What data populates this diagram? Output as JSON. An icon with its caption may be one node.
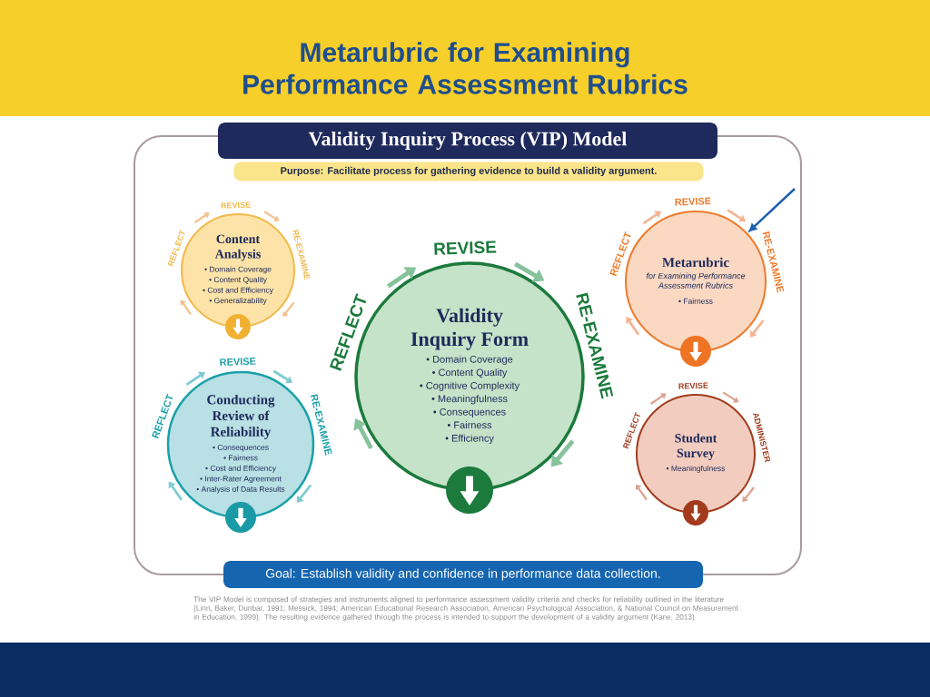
{
  "diagram": {
    "title": "Metarubric for Examining Performance Assessment Rubrics",
    "caption": "The VIP Model is composed of strategies and instruments aligned to performance assessment validity criteria and checks for reliability outlined in the literature (Linn, Baker, Dunbar, 1991; Messick, 1994; American Educational Research Association, American Psychological Association, & National Council on Measurement in Education, 1999). The resulting evidence gathered through the process is intended to support the development of a validity argument (Kane, 2013).",
    "nodes": [
      {
        "text": [
          "Validity Inquiry Process (VIP) Model"
        ]
      },
      {
        "text": [
          "Purpose: Facilitate process for gathering evidence to build a validity argument."
        ]
      },
      {
        "text": [
          "Content Analysis",
          "• Domain Coverage",
          "• Content Quality",
          "• Cost and Efficiency",
          "• Generalizability"
        ],
        "beside": [
          "REFLECT",
          "REVISE",
          "RE-EXAMINE"
        ]
      },
      {
        "text": [
          "Metarubric",
          "for Examining Performance Assessment Rubrics",
          "• Fairness"
        ],
        "beside": [
          "REFLECT",
          "REVISE",
          "RE-EXAMINE"
        ]
      },
      {
        "text": [
          "Validity Inquiry Form",
          "• Domain Coverage",
          "• Content Quality",
          "• Cognitive Complexity",
          "• Meaningfulness",
          "• Consequences",
          "• Fairness",
          "• Efficiency"
        ],
        "beside": [
          "REFLECT",
          "REVISE",
          "RE-EXAMINE"
        ]
      },
      {
        "text": [
          "Conducting Review of Reliability",
          "• Consequences",
          "• Fairness",
          "• Cost and Efficiency",
          "• Inter-Rater Agreement",
          "• Analysis of Data Results"
        ],
        "beside": [
          "REFLECT",
          "REVISE",
          "RE-EXAMINE"
        ]
      },
      {
        "text": [
          "Student Survey",
          "• Meaningfulness"
        ],
        "beside": [
          "REFLECT",
          "REVISE",
          "ADMINISTER"
        ]
      },
      {
        "text": [
          "Goal: Establish validity and confidence in performance data collection."
        ]
      }
    ],
    "edges": [
      {
        "from": null,
        "to": 3,
        "arrow": "to"
      }
    ]
  }
}
